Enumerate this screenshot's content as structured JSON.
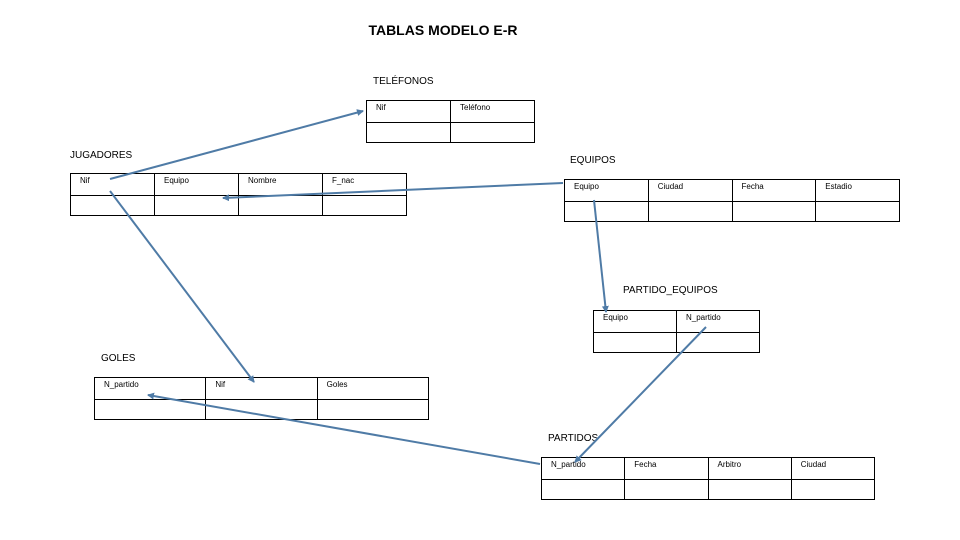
{
  "title": "TABLAS MODELO E-R",
  "colors": {
    "connector": "#4f7ba6",
    "border": "#000000"
  },
  "tables": {
    "telefonos": {
      "name": "TELÉFONOS",
      "columns": [
        "Nif",
        "Teléfono"
      ]
    },
    "jugadores": {
      "name": "JUGADORES",
      "columns": [
        "Nif",
        "Equipo",
        "Nombre",
        "F_nac"
      ]
    },
    "equipos": {
      "name": "EQUIPOS",
      "columns": [
        "Equipo",
        "Ciudad",
        "Fecha",
        "Estadio"
      ]
    },
    "partido_equipos": {
      "name": "PARTIDO_EQUIPOS",
      "columns": [
        "Equipo",
        "N_partido"
      ]
    },
    "goles": {
      "name": "GOLES",
      "columns": [
        "N_partido",
        "Nif",
        "Goles"
      ]
    },
    "partidos": {
      "name": "PARTIDOS",
      "columns": [
        "N_partido",
        "Fecha",
        "Arbitro",
        "Ciudad"
      ]
    }
  },
  "relations": [
    {
      "from": "jugadores.Nif",
      "to": "telefonos.Nif"
    },
    {
      "from": "equipos.Equipo",
      "to": "jugadores.Equipo"
    },
    {
      "from": "jugadores.Nif",
      "to": "goles.Nif"
    },
    {
      "from": "equipos.Equipo",
      "to": "partido_equipos.Equipo"
    },
    {
      "from": "partido_equipos.N_partido",
      "to": "partidos.N_partido"
    },
    {
      "from": "partidos.N_partido",
      "to": "goles.N_partido"
    }
  ]
}
